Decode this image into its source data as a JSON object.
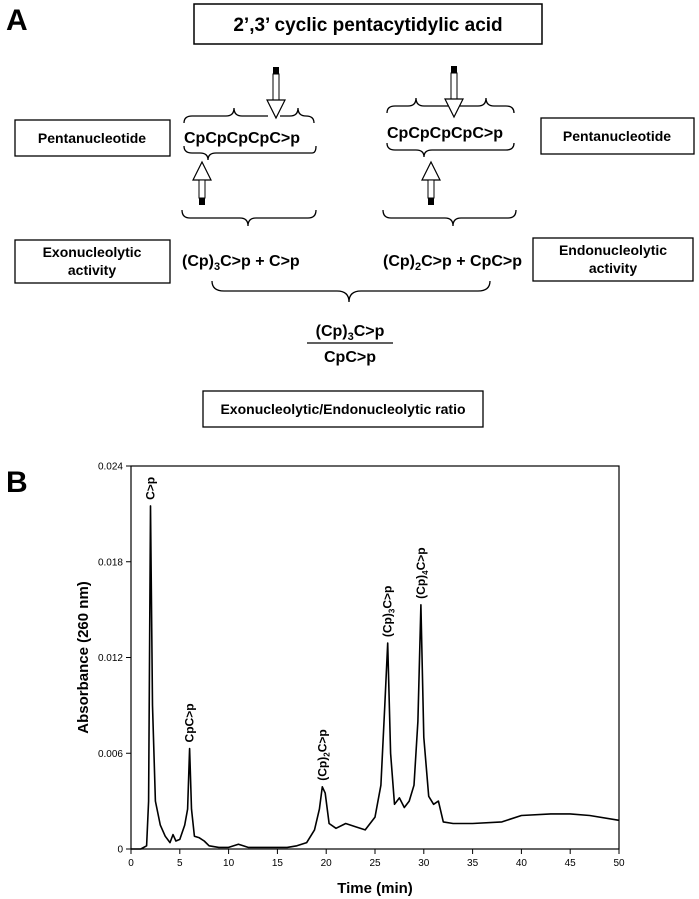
{
  "panel_a": {
    "label": "A",
    "title": "2’,3’ cyclic pentacytidylic acid",
    "left_box": "Pentanucleotide",
    "right_box": "Pentanucleotide",
    "left_sequence": "CpCpCpCpC>p",
    "right_sequence": "CpCpCpCpC>p",
    "exo_box": [
      "Exonucleolytic",
      "activity"
    ],
    "endo_box": [
      "Endonucleolytic",
      "activity"
    ],
    "exo_products": {
      "a": "(Cp)",
      "sub": "3",
      "b": "C>p + C>p"
    },
    "endo_products": {
      "a": "(Cp)",
      "sub": "2",
      "b": "C>p + CpC>p"
    },
    "ratio_numerator": {
      "a": "(Cp)",
      "sub": "3",
      "b": "C>p"
    },
    "ratio_denominator": "CpC>p",
    "ratio_box": "Exonucleolytic/Endonucleolytic ratio"
  },
  "panel_b": {
    "label": "B",
    "chart_data": {
      "type": "line",
      "xlabel": "Time (min)",
      "ylabel": "Absorbance (260 nm)",
      "xlim": [
        0,
        50
      ],
      "ylim": [
        0,
        0.024
      ],
      "xticks": [
        "0",
        "5",
        "10",
        "15",
        "20",
        "25",
        "30",
        "35",
        "40",
        "45",
        "50"
      ],
      "yticks": [
        "0",
        "0.006",
        "0.012",
        "0.018",
        "0.024"
      ],
      "x": [
        0,
        1.0,
        1.6,
        1.8,
        2.0,
        2.2,
        2.5,
        3.0,
        3.5,
        4.0,
        4.3,
        4.6,
        5.0,
        5.5,
        5.8,
        6.0,
        6.2,
        6.5,
        7.0,
        7.5,
        8.0,
        9.0,
        10.0,
        11.0,
        11.5,
        12.0,
        14.0,
        16.0,
        17.0,
        18.0,
        18.8,
        19.3,
        19.6,
        19.9,
        20.3,
        21.0,
        22.0,
        23.0,
        24.0,
        25.0,
        25.6,
        26.0,
        26.3,
        26.6,
        27.0,
        27.5,
        28.0,
        28.5,
        29.0,
        29.4,
        29.7,
        30.0,
        30.5,
        31.0,
        31.5,
        32.0,
        33.0,
        35.0,
        38.0,
        40.0,
        43.0,
        45.0,
        47.0,
        50.0
      ],
      "series": [
        {
          "values": [
            0,
            0,
            0.0002,
            0.003,
            0.0215,
            0.009,
            0.003,
            0.0015,
            0.0008,
            0.0004,
            0.0009,
            0.0005,
            0.0006,
            0.0015,
            0.0025,
            0.0063,
            0.0025,
            0.0008,
            0.0007,
            0.0005,
            0.0002,
            0.0001,
            0.0001,
            0.0003,
            0.0002,
            0.0001,
            0.0001,
            0.0001,
            0.0002,
            0.0004,
            0.0012,
            0.0025,
            0.0039,
            0.0035,
            0.0016,
            0.0013,
            0.0016,
            0.0014,
            0.0012,
            0.002,
            0.004,
            0.009,
            0.0129,
            0.006,
            0.0028,
            0.0032,
            0.0026,
            0.003,
            0.004,
            0.008,
            0.0153,
            0.007,
            0.0033,
            0.0028,
            0.003,
            0.0017,
            0.0016,
            0.0016,
            0.0017,
            0.0021,
            0.0022,
            0.0022,
            0.0021,
            0.0018
          ]
        }
      ],
      "peak_labels": [
        {
          "x": 2.0,
          "y": 0.0215,
          "a": "C>p",
          "sub": "",
          "b": ""
        },
        {
          "x": 6.0,
          "y": 0.0063,
          "a": "CpC>p",
          "sub": "",
          "b": ""
        },
        {
          "x": 19.6,
          "y": 0.0039,
          "a": "(Cp)",
          "sub": "2",
          "b": "C>p"
        },
        {
          "x": 26.3,
          "y": 0.0129,
          "a": "(Cp)",
          "sub": "3",
          "b": "C>p"
        },
        {
          "x": 29.7,
          "y": 0.0153,
          "a": "(Cp)",
          "sub": "4",
          "b": "C>p"
        }
      ]
    }
  }
}
